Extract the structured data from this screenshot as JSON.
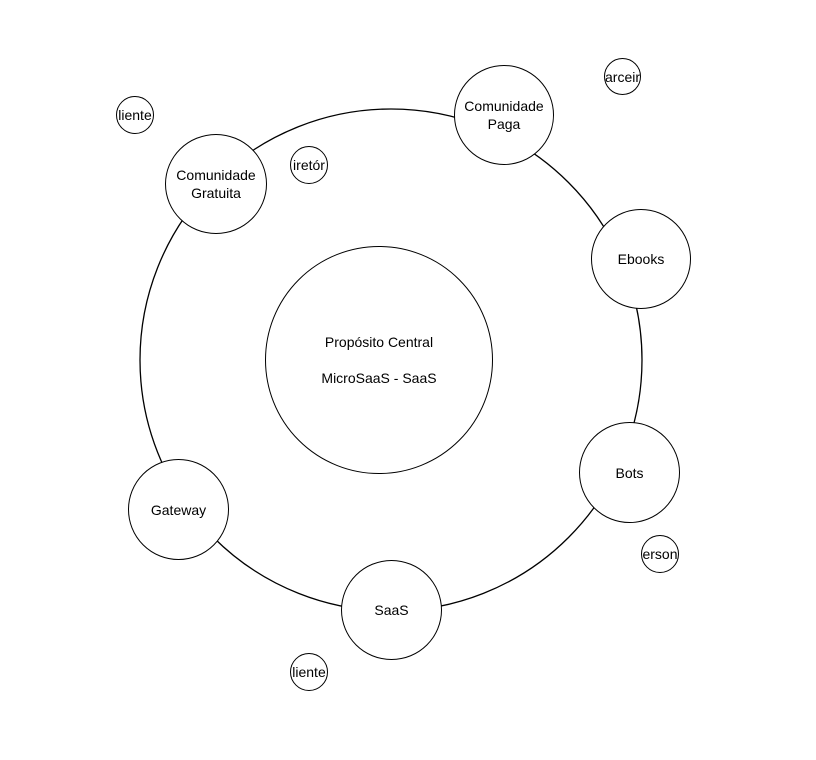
{
  "diagram": {
    "center": {
      "line1": "Propósito Central",
      "line2": "MicroSaaS - SaaS"
    },
    "orbit_nodes": {
      "comunidade_paga": [
        "Comunidade",
        "Paga"
      ],
      "comunidade_gratuita": [
        "Comunidade",
        "Gratuita"
      ],
      "ebooks": "Ebooks",
      "bots": "Bots",
      "saas": "SaaS",
      "gateway": "Gateway"
    },
    "satellite_nodes": {
      "cliente_top_left": "liente",
      "diretorio": "iretór",
      "parceiro": "arceir",
      "persona": "erson",
      "cliente_bottom": "liente"
    }
  }
}
